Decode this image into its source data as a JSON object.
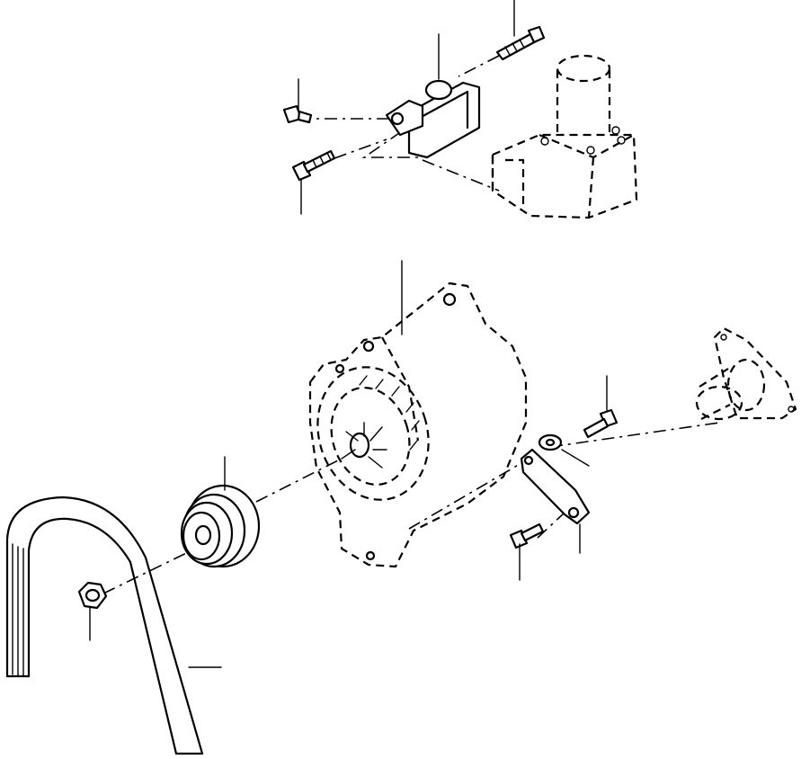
{
  "diagram": {
    "style": "exploded-view line drawing",
    "ink_color": "#000000",
    "background_color": "#ffffff",
    "parts": [
      "alternator",
      "pulley",
      "drive-belt",
      "pulley-nut",
      "adjusting-link",
      "washer",
      "link-bolt",
      "lower-bolt",
      "bracket",
      "bracket-bolt-top",
      "bracket-bolt-small",
      "bracket-bolt-lower",
      "thermostat-housing",
      "mounting-flange"
    ],
    "callout_count": 12
  }
}
